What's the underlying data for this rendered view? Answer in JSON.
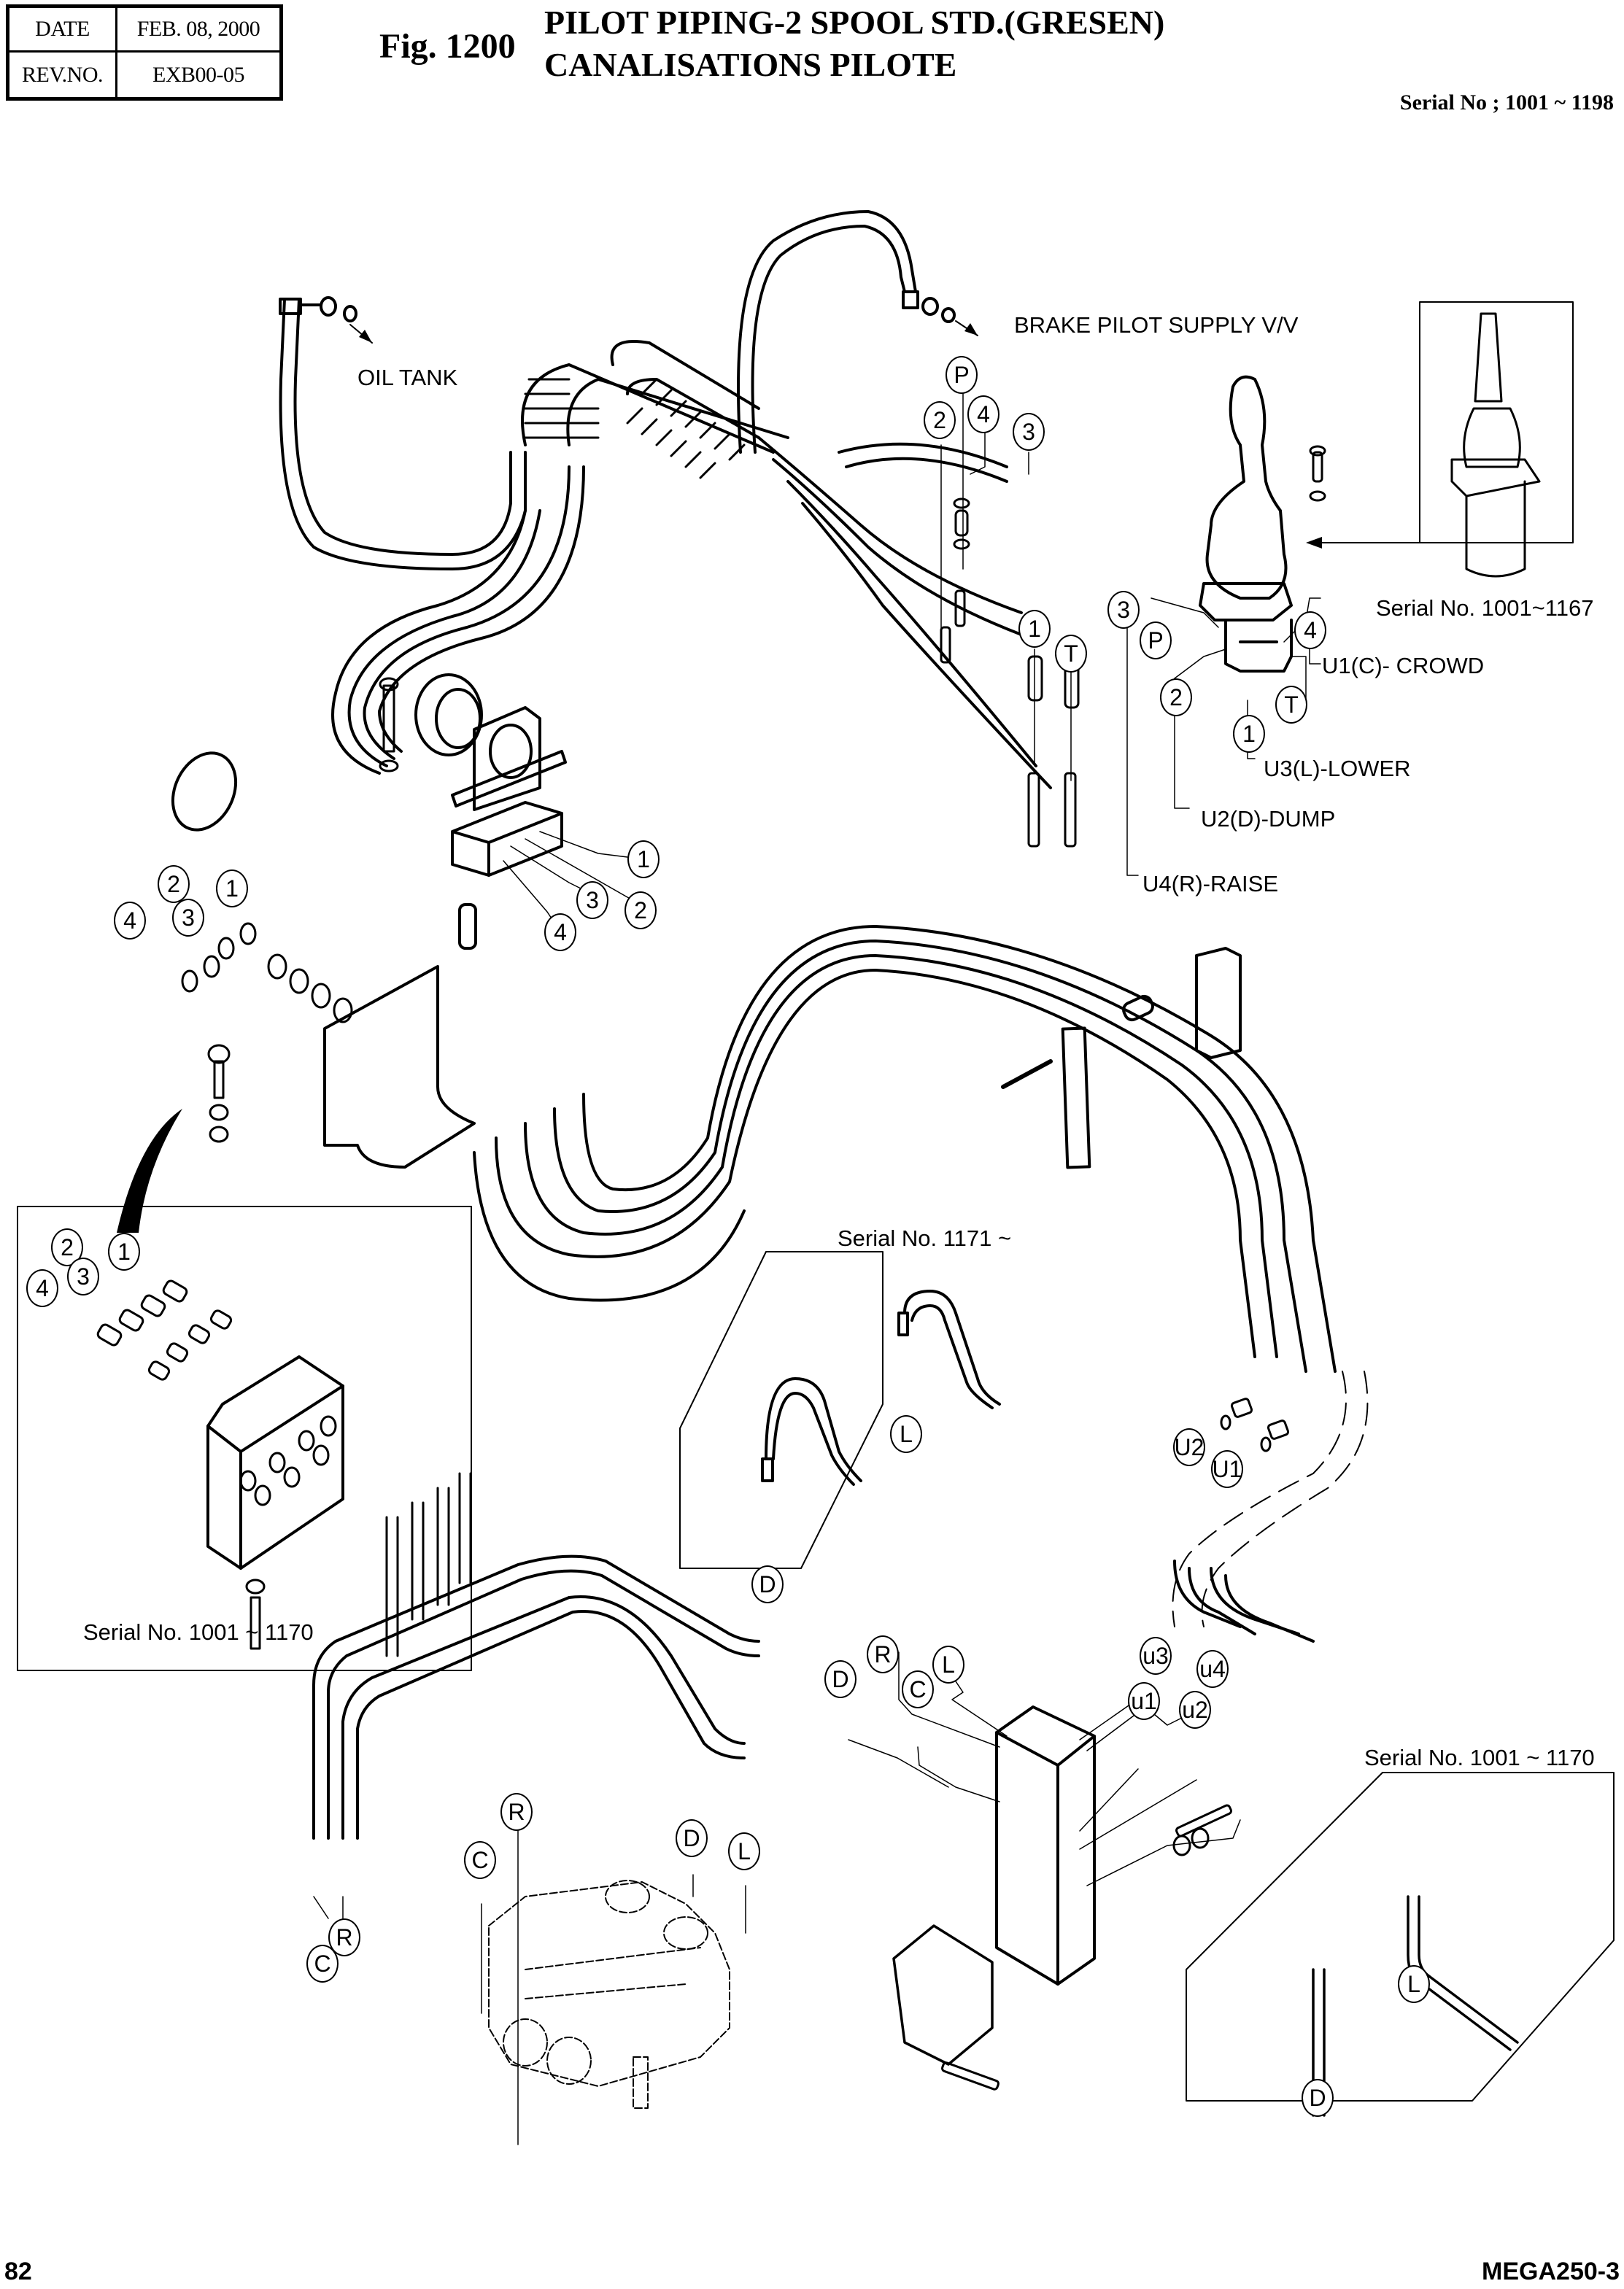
{
  "header": {
    "date_label": "DATE",
    "date_value": "FEB. 08, 2000",
    "rev_label": "REV.NO.",
    "rev_value": "EXB00-05",
    "figure_number": "Fig. 1200",
    "title_en": "PILOT PIPING-2 SPOOL STD.(GRESEN)",
    "title_fr": "CANALISATIONS PILOTE",
    "serial_range": "Serial No ; 1001 ~ 1198"
  },
  "annotations": {
    "oil_tank": "OIL TANK",
    "brake_pilot": "BRAKE PILOT SUPPLY V/V",
    "u1_crowd": "U1(C)- CROWD",
    "u3_lower": "U3(L)-LOWER",
    "u2_dump": "U2(D)-DUMP",
    "u4_raise": "U4(R)-RAISE"
  },
  "serial_notes": {
    "joystick_inset": "Serial No. 1001~1167",
    "hose_inset": "Serial No. 1171 ~",
    "manifold_inset": "Serial No. 1001 ~ 1170",
    "pipe_inset": "Serial No. 1001 ~ 1170"
  },
  "callouts": {
    "joy_P": "P",
    "joy_2": "2",
    "joy_4": "4",
    "joy_3": "3",
    "joy_1": "1",
    "joy_T": "T",
    "pv_3": "3",
    "pv_P": "P",
    "pv_4": "4",
    "pv_2": "2",
    "pv_T": "T",
    "pv_1": "1",
    "clamp_1": "1",
    "clamp_3": "3",
    "clamp_2": "2",
    "clamp_4": "4",
    "plate_2": "2",
    "plate_1": "1",
    "plate_4": "4",
    "plate_3": "3",
    "mani_2": "2",
    "mani_1": "1",
    "mani_4": "4",
    "mani_3": "3",
    "hose_L": "L",
    "hose_D": "D",
    "U2": "U2",
    "U1": "U1",
    "blk_R": "R",
    "blk_L": "L",
    "blk_D": "D",
    "blk_C": "C",
    "u3": "u3",
    "u4": "u4",
    "u1": "u1",
    "u2": "u2",
    "valve_C": "C",
    "valve_R": "R",
    "valve_D": "D",
    "valve_L": "L",
    "pipe_R": "R",
    "pipe_C": "C",
    "pinset_L": "L",
    "pinset_D": "D"
  },
  "footer": {
    "page_number": "82",
    "model": "MEGA250-3"
  }
}
